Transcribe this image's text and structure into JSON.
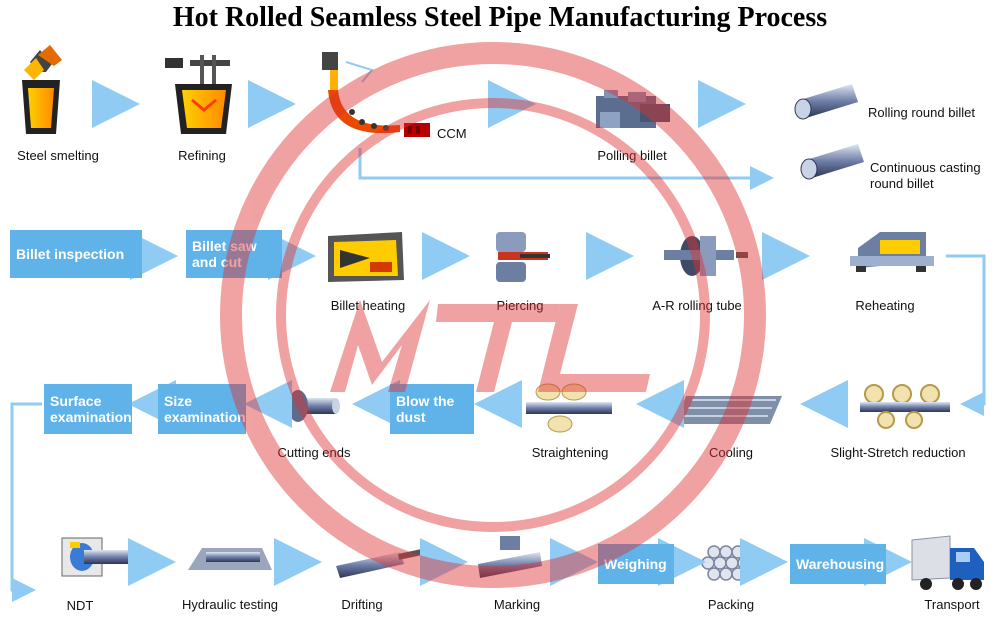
{
  "title": "Hot Rolled Seamless Steel Pipe Manufacturing Process",
  "colors": {
    "flow": "#5fb3e8",
    "watermark": "#e03030",
    "box": "#5fb3e8"
  },
  "row1": {
    "steel_smelting": "Steel smelting",
    "refining": "Refining",
    "ccm": "CCM",
    "polling_billet": "Polling billet",
    "rolling_round_billet": "Rolling round billet",
    "continuous_casting_round_billet": "Continuous casting round billet"
  },
  "row2": {
    "billet_inspection": "Billet inspection",
    "billet_saw_and_cut": "Billet saw and cut",
    "billet_heating": "Billet heating",
    "piercing": "Piercing",
    "ar_rolling_tube": "A-R rolling tube",
    "reheating": "Reheating"
  },
  "row3": {
    "surface_examination": "Surface examination",
    "size_examination": "Size examination",
    "cutting_ends": "Cutting ends",
    "blow_the_dust": "Blow the dust",
    "straightening": "Straightening",
    "cooling": "Cooling",
    "slight_stretch_reduction": "Slight-Stretch reduction"
  },
  "row4": {
    "ndt": "NDT",
    "hydraulic_testing": "Hydraulic testing",
    "drifting": "Drifting",
    "marking": "Marking",
    "weighing": "Weighing",
    "packing": "Packing",
    "warehousing": "Warehousing",
    "transport": "Transport"
  },
  "watermark": {
    "text": "MTL",
    "icon": "mtl-logo-watermark"
  }
}
